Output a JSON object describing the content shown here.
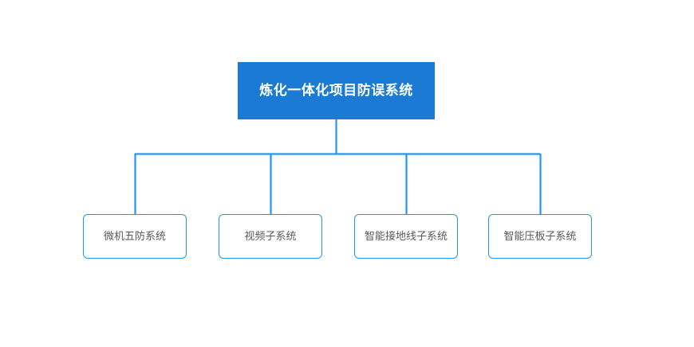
{
  "diagram": {
    "type": "organizational-hierarchy",
    "orientation": "top-down",
    "background_color": "#ffffff",
    "connector_color": "#2196f3",
    "root": {
      "label": "炼化一体化项目防误系统",
      "fill_color": "#1a7ad4",
      "text_color": "#ffffff",
      "shape": "rectangle"
    },
    "children": [
      {
        "label": "微机五防系统",
        "fill_color": "#ffffff",
        "border_color": "#2196f3",
        "text_color": "#595959",
        "shape": "rounded-rectangle"
      },
      {
        "label": "视频子系统",
        "fill_color": "#ffffff",
        "border_color": "#2196f3",
        "text_color": "#595959",
        "shape": "rounded-rectangle"
      },
      {
        "label": "智能接地线子系统",
        "fill_color": "#ffffff",
        "border_color": "#2196f3",
        "text_color": "#595959",
        "shape": "rounded-rectangle"
      },
      {
        "label": "智能压板子系统",
        "fill_color": "#ffffff",
        "border_color": "#2196f3",
        "text_color": "#595959",
        "shape": "rounded-rectangle"
      }
    ]
  }
}
